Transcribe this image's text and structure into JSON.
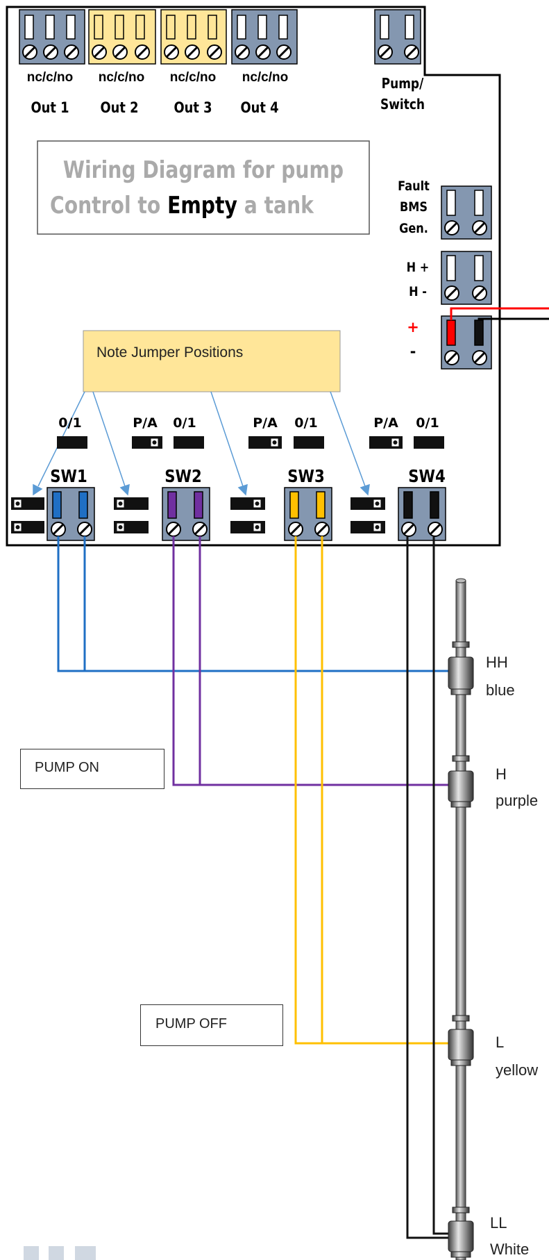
{
  "title": {
    "line1": "Wiring Diagram for pump",
    "line2_a": "Control to ",
    "line2_b": "Empty",
    "line2_c": " a tank"
  },
  "outputs": {
    "relay_contacts": [
      "nc/c/no",
      "nc/c/no",
      "nc/c/no",
      "nc/c/no"
    ],
    "names": [
      "Out 1",
      "Out 2",
      "Out 3",
      "Out 4"
    ],
    "pump_switch": [
      "Pump/",
      "Switch"
    ]
  },
  "side_terminals": {
    "fault": [
      "Fault",
      "BMS",
      "Gen."
    ],
    "h_plus": "H +",
    "h_minus": "H -",
    "plus": "+",
    "minus": "-"
  },
  "note": "Note Jumper Positions",
  "jumper_labels": {
    "o1": "0/1",
    "pa": "P/A"
  },
  "switches": [
    "SW1",
    "SW2",
    "SW3",
    "SW4"
  ],
  "pump_on": "PUMP ON",
  "pump_off": "PUMP OFF",
  "sensors": [
    {
      "level": "HH",
      "color": "blue"
    },
    {
      "level": "H",
      "color": "purple"
    },
    {
      "level": "L",
      "color": "yellow"
    },
    {
      "level": "LL",
      "color": "White"
    }
  ],
  "wire_colors": {
    "blue": "#1f6fc4",
    "purple": "#7030a0",
    "yellow": "#ffc000",
    "black": "#111111",
    "red": "#ff0000"
  },
  "terminal_colors": {
    "grey": "#8497b0",
    "cream": "#ffe699",
    "note_fill": "#ffe699"
  }
}
